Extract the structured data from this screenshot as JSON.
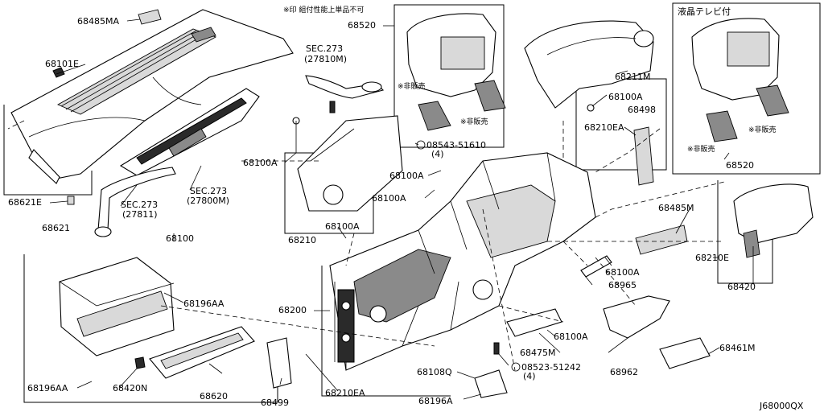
{
  "header": {
    "note": "※印 組付性能上単品不可",
    "lcd_tv_box_title": "液晶テレビ付"
  },
  "diagram_code": "J68000QX",
  "callouts": {
    "p68485MA": "68485MA",
    "p68101E": "68101E",
    "sec273_27810M_a": "SEC.273",
    "sec273_27810M_b": "(27810M)",
    "p68520_top": "68520",
    "p68211M": "68211M",
    "p68520_box": "68520",
    "nonsale_1": "※非販売",
    "nonsale_2": "※非販売",
    "nonsale_3": "※非販売",
    "nonsale_4": "※非販売",
    "p68100A_top": "68100A",
    "p68498": "68498",
    "p68210EA_top": "68210EA",
    "p68100A_left": "68100A",
    "s08543_a": "08543-51610",
    "s08543_b": "(4)",
    "p68100A_mid1": "68100A",
    "p68100A_mid2": "68100A",
    "sec273_27800M_a": "SEC.273",
    "sec273_27800M_b": "(27800M)",
    "sec273_27811_a": "SEC.273",
    "sec273_27811_b": "(27811)",
    "p68621E": "68621E",
    "p68100": "68100",
    "p68210": "68210",
    "p68100A_mid3": "68100A",
    "p68485M": "68485M",
    "p68621": "68621",
    "p68100A_right": "68100A",
    "p68965": "68965",
    "p68210E": "68210E",
    "p68420": "68420",
    "p68196AA_top": "68196AA",
    "p68200": "68200",
    "p68100A_low": "68100A",
    "p68475M": "68475M",
    "p68962": "68962",
    "p68461M": "68461M",
    "p68108Q": "68108Q",
    "s08523_a": "08523-51242",
    "s08523_b": "(4)",
    "p68196AA_bot": "68196AA",
    "p68420N": "68420N",
    "p68620": "68620",
    "p68499": "68499",
    "p68210EA_bot": "68210EA",
    "p68196A": "68196A"
  }
}
